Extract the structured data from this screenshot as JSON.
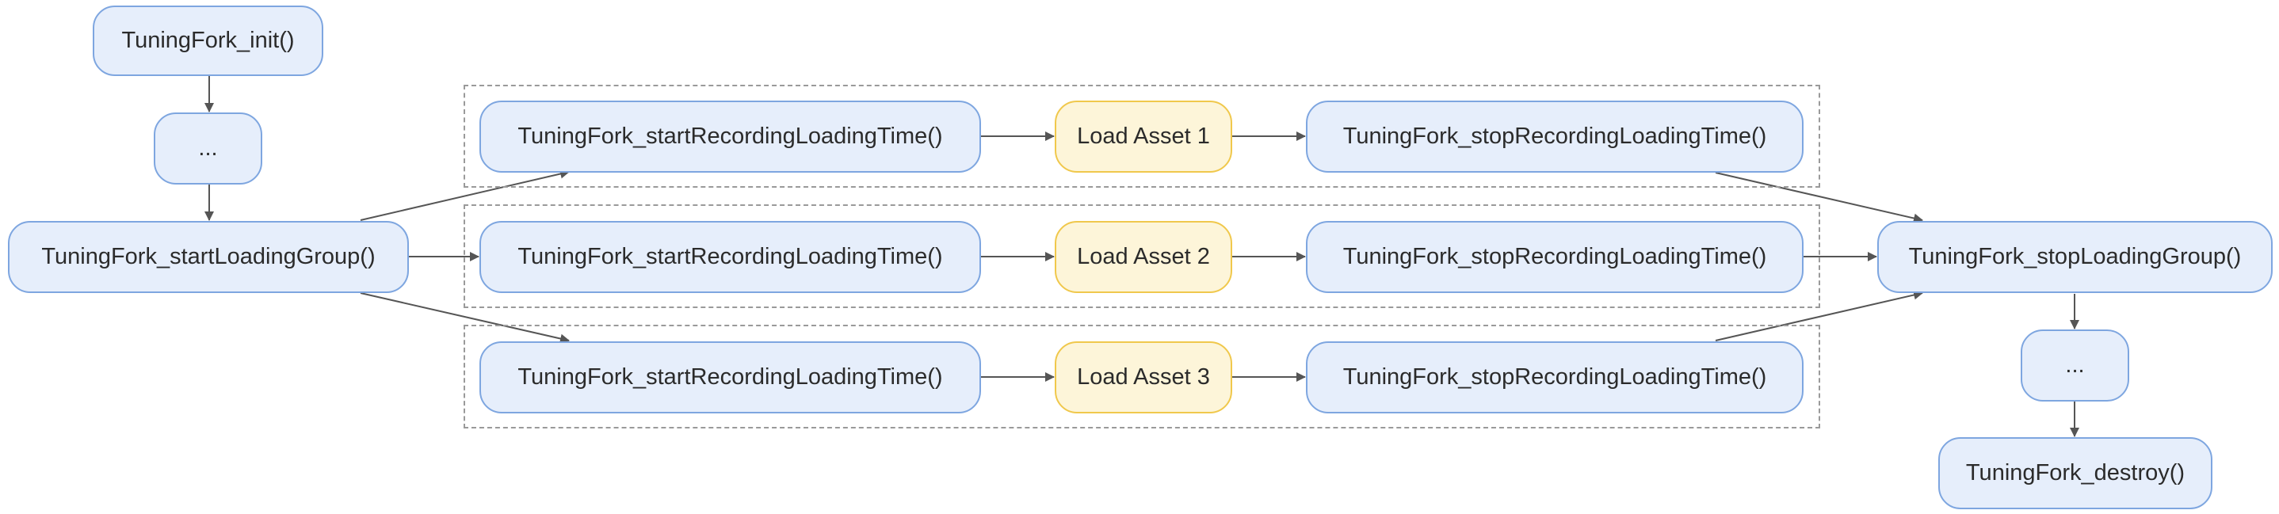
{
  "nodes": {
    "init": "TuningFork_init()",
    "ellipsis_top": "...",
    "start_loading_group": "TuningFork_startLoadingGroup()",
    "start_recording_1": "TuningFork_startRecordingLoadingTime()",
    "load_asset_1": "Load Asset 1",
    "stop_recording_1": "TuningFork_stopRecordingLoadingTime()",
    "start_recording_2": "TuningFork_startRecordingLoadingTime()",
    "load_asset_2": "Load Asset 2",
    "stop_recording_2": "TuningFork_stopRecordingLoadingTime()",
    "start_recording_3": "TuningFork_startRecordingLoadingTime()",
    "load_asset_3": "Load Asset 3",
    "stop_recording_3": "TuningFork_stopRecordingLoadingTime()",
    "stop_loading_group": "TuningFork_stopLoadingGroup()",
    "ellipsis_bottom": "...",
    "destroy": "TuningFork_destroy()"
  },
  "colors": {
    "node_fill": "#e6eefb",
    "node_border": "#7ea6e0",
    "asset_fill": "#fdf5d9",
    "asset_border": "#f0c84c",
    "edge": "#555555",
    "group_border": "#9a9a9a"
  }
}
